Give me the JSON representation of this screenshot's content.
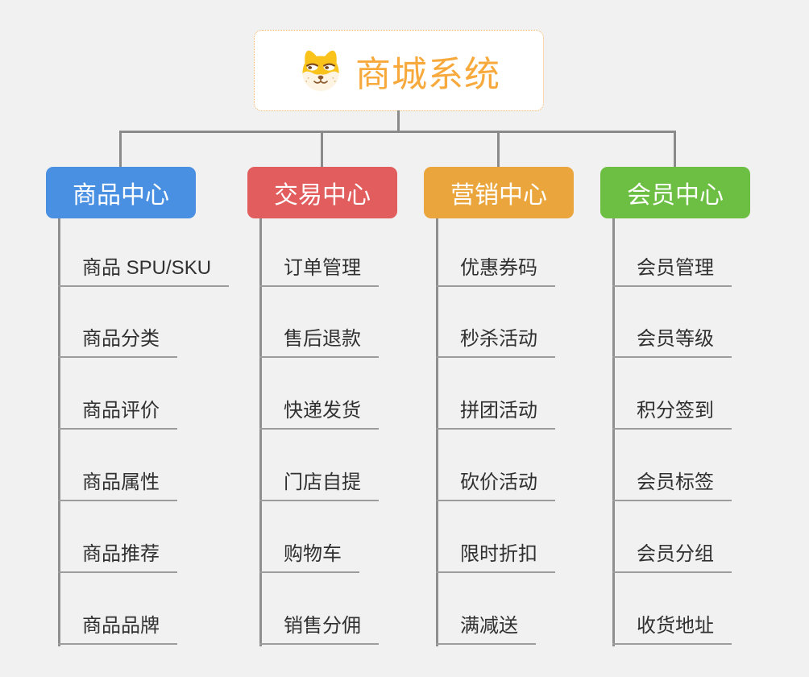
{
  "root": {
    "title": "商城系统",
    "icon": "shiba-dog-icon"
  },
  "colors": {
    "background": "#f1f1f2",
    "root_text": "#f7a93c",
    "root_border": "#f2b15c",
    "connector": "#8a8a8a",
    "leaf_underline": "#9c9c9c",
    "leaf_text": "#303030"
  },
  "branches": [
    {
      "label": "商品中心",
      "color": "#4a90e2",
      "items": [
        "商品 SPU/SKU",
        "商品分类",
        "商品评价",
        "商品属性",
        "商品推荐",
        "商品品牌"
      ]
    },
    {
      "label": "交易中心",
      "color": "#e25d5d",
      "items": [
        "订单管理",
        "售后退款",
        "快递发货",
        "门店自提",
        "购物车",
        "销售分佣"
      ]
    },
    {
      "label": "营销中心",
      "color": "#eaa63c",
      "items": [
        "优惠券码",
        "秒杀活动",
        "拼团活动",
        "砍价活动",
        "限时折扣",
        "满减送"
      ]
    },
    {
      "label": "会员中心",
      "color": "#6dbf44",
      "items": [
        "会员管理",
        "会员等级",
        "积分签到",
        "会员标签",
        "会员分组",
        "收货地址"
      ]
    }
  ]
}
